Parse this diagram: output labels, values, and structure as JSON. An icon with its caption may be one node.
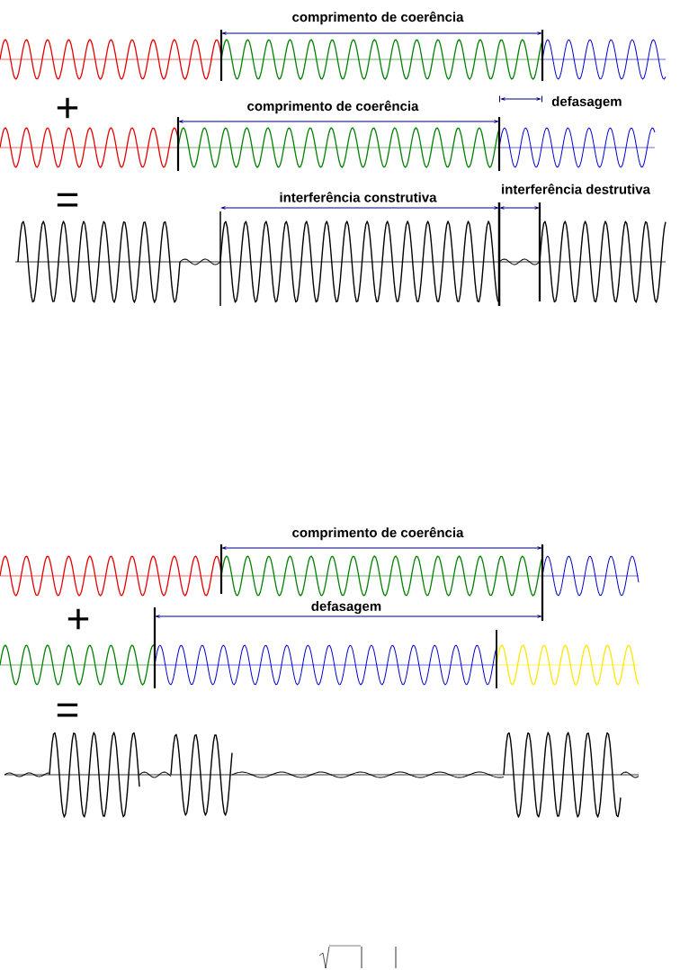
{
  "diagram": {
    "labels": [
      "comprimento de coerência",
      "+",
      "comprimento de coerência",
      "defasagem",
      "=",
      "interferência construtiva",
      "interferência destrutiva",
      "comprimento de coerência",
      "+",
      "defasagem",
      "="
    ]
  }
}
